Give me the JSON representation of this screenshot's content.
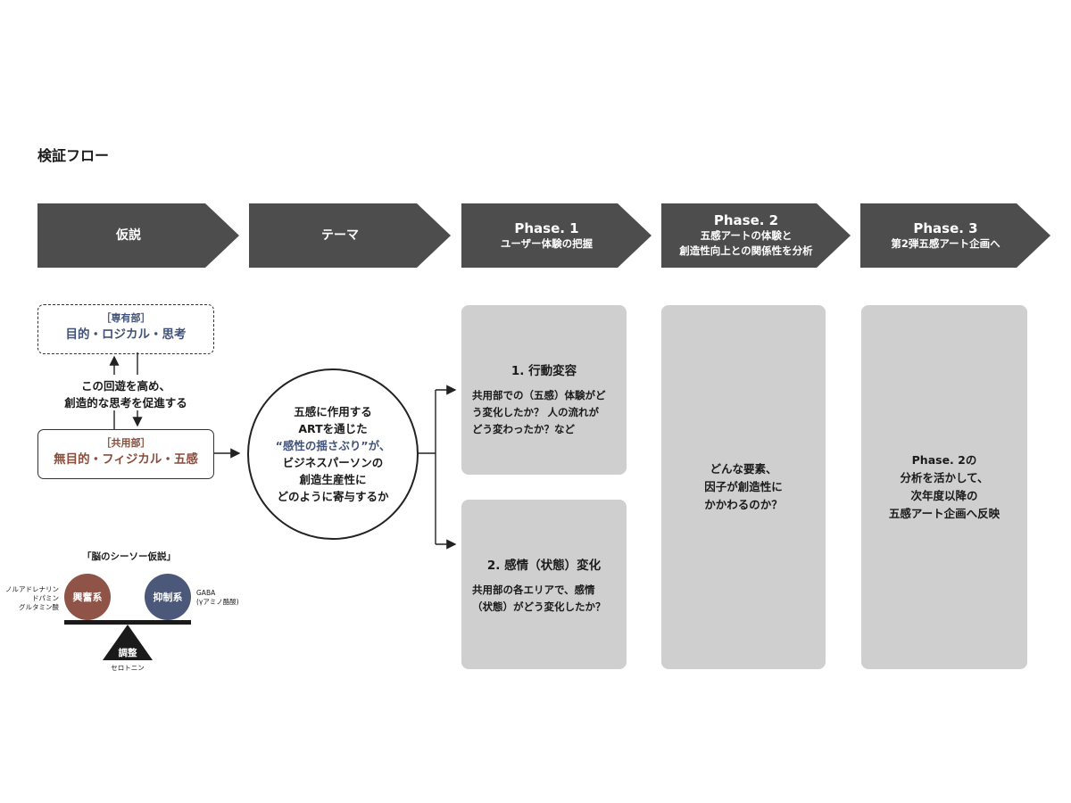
{
  "title": "検証フロー",
  "header_arrows": [
    {
      "title": "仮説",
      "sub": ""
    },
    {
      "title": "テーマ",
      "sub": ""
    },
    {
      "title": "Phase. 1",
      "sub": "ユーザー体験の把握"
    },
    {
      "title": "Phase. 2",
      "sub1": "五感アートの体験と",
      "sub2": "創造性向上との関係性を分析"
    },
    {
      "title": "Phase. 3",
      "sub": "第2弾五感アート企画へ"
    }
  ],
  "hypothesis": {
    "top_label": "［専有部］",
    "top_main": "目的・ロジカル・思考",
    "middle_line1": "この回遊を高め、",
    "middle_line2": "創造的な思考を促進する",
    "bottom_label": "［共用部］",
    "bottom_main": "無目的・フィジカル・五感"
  },
  "theme": {
    "line1": "五感に作用する",
    "line2": "ARTを通じた",
    "line3": "“感性の揺さぶり”が、",
    "line4": "ビジネスパーソンの",
    "line5": "創造生産性に",
    "line6": "どのように寄与するか"
  },
  "phase1": {
    "box1_title": "1. 行動変容",
    "box1_l1": "共用部での（五感）体験がど",
    "box1_l2": "う変化したか？ 人の流れが",
    "box1_l3": "どう変わったか？など",
    "box2_title": "2. 感情（状態）変化",
    "box2_l1": "共用部の各エリアで、感情",
    "box2_l2": "（状態）がどう変化したか？"
  },
  "phase2": {
    "l1": "どんな要素、",
    "l2": "因子が創造性に",
    "l3": "かかわるのか？"
  },
  "phase3": {
    "l1": "Phase. 2の",
    "l2": "分析を活かして、",
    "l3": "次年度以降の",
    "l4": "五感アート企画へ反映"
  },
  "seesaw": {
    "title": "「脳のシーソー仮説」",
    "left_ball": "興奮系",
    "right_ball": "抑制系",
    "left_note1": "ノルアドレナリン",
    "left_note2": "ドパミン",
    "left_note3": "グルタミン酸",
    "right_note1": "GABA",
    "right_note2": "(γアミノ酪酸)",
    "fulcrum": "調整",
    "fulcrum_note": "セロトニン"
  },
  "colors": {
    "arrow": "#4d4d4d",
    "gray_box": "#cfcfcf",
    "accent_blue": "#415278",
    "accent_brown": "#8a4d3c",
    "excite_ball": "#8f5447",
    "inhibit_ball": "#4c587a"
  }
}
